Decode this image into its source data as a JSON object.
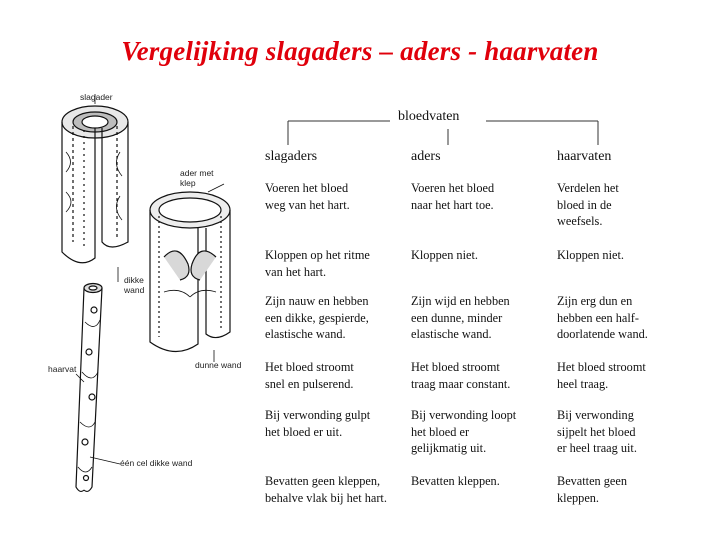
{
  "title": "Vergelijking slagaders – aders - haarvaten",
  "illustration": {
    "label_slagader": "slagader",
    "label_ader": "ader met\nklep",
    "label_dikke_wand": "dikke\nwand",
    "label_dunne_wand": "dunne wand",
    "label_haarvat": "haarvat",
    "label_een_cel": "één cel dikke wand"
  },
  "table": {
    "root": "bloedvaten",
    "headers": [
      "slagaders",
      "aders",
      "haarvaten"
    ],
    "rows": [
      [
        "Voeren het bloed\nweg van het hart.",
        "Voeren het bloed\nnaar het hart toe.",
        "Verdelen het\nbloed in de\nweefsels."
      ],
      [
        "Kloppen op het ritme\nvan het hart.",
        "Kloppen niet.",
        "Kloppen niet."
      ],
      [
        "Zijn nauw en hebben\neen dikke, gespierde,\nelastische wand.",
        "Zijn wijd en hebben\neen dunne, minder\nelastische wand.",
        "Zijn erg dun en\nhebben een half-\ndoorlatende wand."
      ],
      [
        "Het bloed stroomt\nsnel en pulserend.",
        "Het bloed stroomt\ntraag maar constant.",
        "Het bloed stroomt\nheel traag."
      ],
      [
        "Bij verwonding gulpt\nhet bloed er uit.",
        "Bij verwonding loopt\nhet bloed er\ngelijkmatig uit.",
        "Bij verwonding\nsijpelt het bloed\ner heel traag uit."
      ],
      [
        "Bevatten geen kleppen,\nbehalve vlak bij het hart.",
        "Bevatten kleppen.",
        "Bevatten geen\nkleppen."
      ]
    ]
  }
}
